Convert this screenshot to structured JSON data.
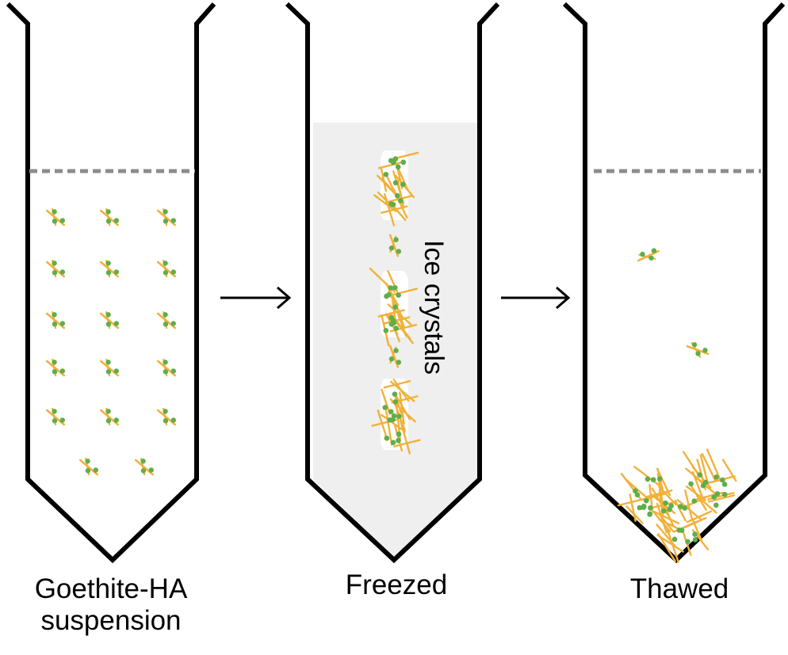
{
  "tubes": [
    {
      "id": "suspension",
      "caption_line1": "Goethite-HA",
      "caption_line2": "suspension"
    },
    {
      "id": "freezed",
      "caption_line1": "Freezed",
      "inner_label": "Ice crystals"
    },
    {
      "id": "thawed",
      "caption_line1": "Thawed"
    }
  ],
  "colors": {
    "tube_outline": "#000000",
    "ice_fill": "#efefef",
    "crystal_fill": "#ffffff",
    "fiber": "#f2b13a",
    "dot": "#5fae4a",
    "waterline": "#8c8c8c",
    "arrow": "#000000"
  }
}
